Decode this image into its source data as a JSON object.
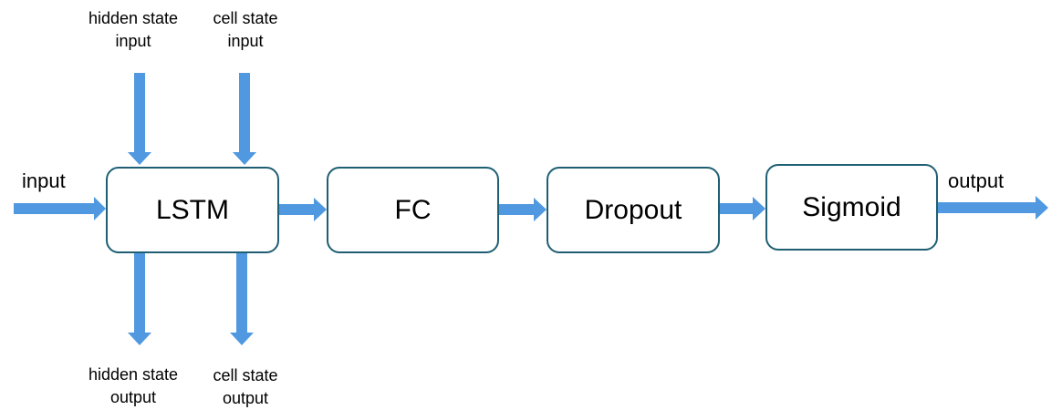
{
  "colors": {
    "arrow": "#5099e0",
    "box_border": "#1f5f74",
    "box_fill": "#ffffff",
    "text": "#000000",
    "background": "#ffffff"
  },
  "diagram": {
    "nodes": {
      "lstm": "LSTM",
      "fc": "FC",
      "dropout": "Dropout",
      "sigmoid": "Sigmoid"
    },
    "input_label": "input",
    "output_label": "output",
    "lstm_inputs": {
      "hidden_state": {
        "line1": "hidden state",
        "line2": "input"
      },
      "cell_state": {
        "line1": "cell state",
        "line2": "input"
      }
    },
    "lstm_outputs": {
      "hidden_state": {
        "line1": "hidden state",
        "line2": "output"
      },
      "cell_state": {
        "line1": "cell state",
        "line2": "output"
      }
    }
  }
}
